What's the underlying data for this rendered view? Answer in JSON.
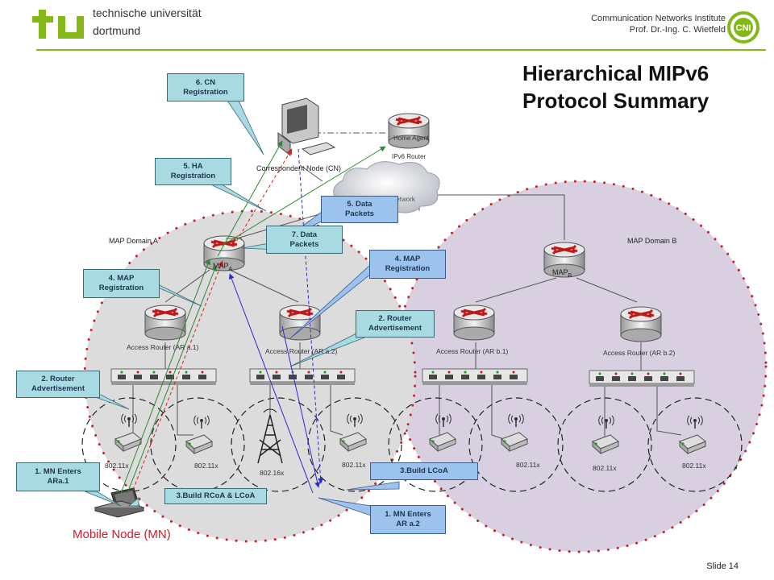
{
  "header": {
    "university_line1": "technische universität",
    "university_line2": "dortmund",
    "institute_line1": "Communication Networks Institute",
    "institute_line2": "Prof. Dr.-Ing. C. Wietfeld",
    "cni_logo_text": "CNI"
  },
  "title": {
    "line1": "Hierarchical MIPv6",
    "line2": "Protocol Summary"
  },
  "slide_number": "Slide 14",
  "nodes": {
    "correspondent_node": "Correspondent Node (CN)",
    "home_agent": "Home Agent",
    "ipv6_router": "IPv6 Router",
    "core_network": "Core Network",
    "map_domain_a": "MAP Domain A",
    "map_domain_b": "MAP Domain B",
    "map_a": "MAP",
    "map_a_sub": "A",
    "map_b": "MAP",
    "map_b_sub": "B",
    "ar_a1": "Access Router (AR a.1)",
    "ar_a2": "Access Router (AR a.2)",
    "ar_b1": "Access Router (AR b.1)",
    "ar_b2": "Access Router (AR b.2)",
    "wlan": "802.11x",
    "wimax": "802.16x",
    "mobile_node": "Mobile Node (MN)"
  },
  "callouts": {
    "cn_registration": [
      "6. CN",
      "Registration"
    ],
    "ha_registration": [
      "5. HA",
      "Registration"
    ],
    "data_packets_5": [
      "5. Data",
      "Packets"
    ],
    "data_packets_7": [
      "7. Data",
      "Packets"
    ],
    "map_registration_left": [
      "4. MAP",
      "Registration"
    ],
    "map_registration_right": [
      "4. MAP",
      "Registration"
    ],
    "router_adv_right": [
      "2. Router",
      "Advertisement"
    ],
    "router_adv_left": [
      "2. Router",
      "Advertisement"
    ],
    "mn_enters_ara1": [
      "1. MN Enters",
      "ARa.1"
    ],
    "build_rcoa": [
      "3.Build RCoA & LCoA"
    ],
    "build_lcoa": [
      "3.Build LCoA"
    ],
    "mn_enters_ara2": [
      "1. MN Enters",
      "AR a.2"
    ]
  },
  "colors": {
    "tu_green": "#84b819",
    "domain_a_fill": "#dcdcdc",
    "domain_b_fill": "#d8d0e0",
    "dot_red": "#c8202a",
    "callout_teal": "#a8dae2",
    "callout_blue": "#9cc3ee",
    "arrow_green": "#2d8a2d",
    "arrow_red": "#d42020",
    "arrow_blue": "#2a2ad0"
  }
}
